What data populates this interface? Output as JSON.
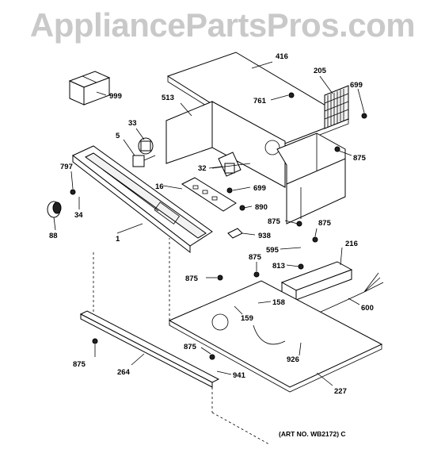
{
  "watermark": "AppliancePartsPros.com",
  "art_number": "(ART NO. WB2172) C",
  "callouts": {
    "c416": "416",
    "c205": "205",
    "c699a": "699",
    "c999": "999",
    "c513": "513",
    "c761": "761",
    "c33": "33",
    "c5": "5",
    "c875a": "875",
    "c797": "797",
    "c32": "32",
    "c699b": "699",
    "c16": "16",
    "c34": "34",
    "c890": "890",
    "c88": "88",
    "c875b": "875",
    "c875c": "875",
    "c1": "1",
    "c938": "938",
    "c595": "595",
    "c216": "216",
    "c875d": "875",
    "c813": "813",
    "c875e": "875",
    "c158": "158",
    "c600": "600",
    "c159": "159",
    "c875f": "875",
    "c875g": "875",
    "c926": "926",
    "c264": "264",
    "c941": "941",
    "c227": "227"
  }
}
